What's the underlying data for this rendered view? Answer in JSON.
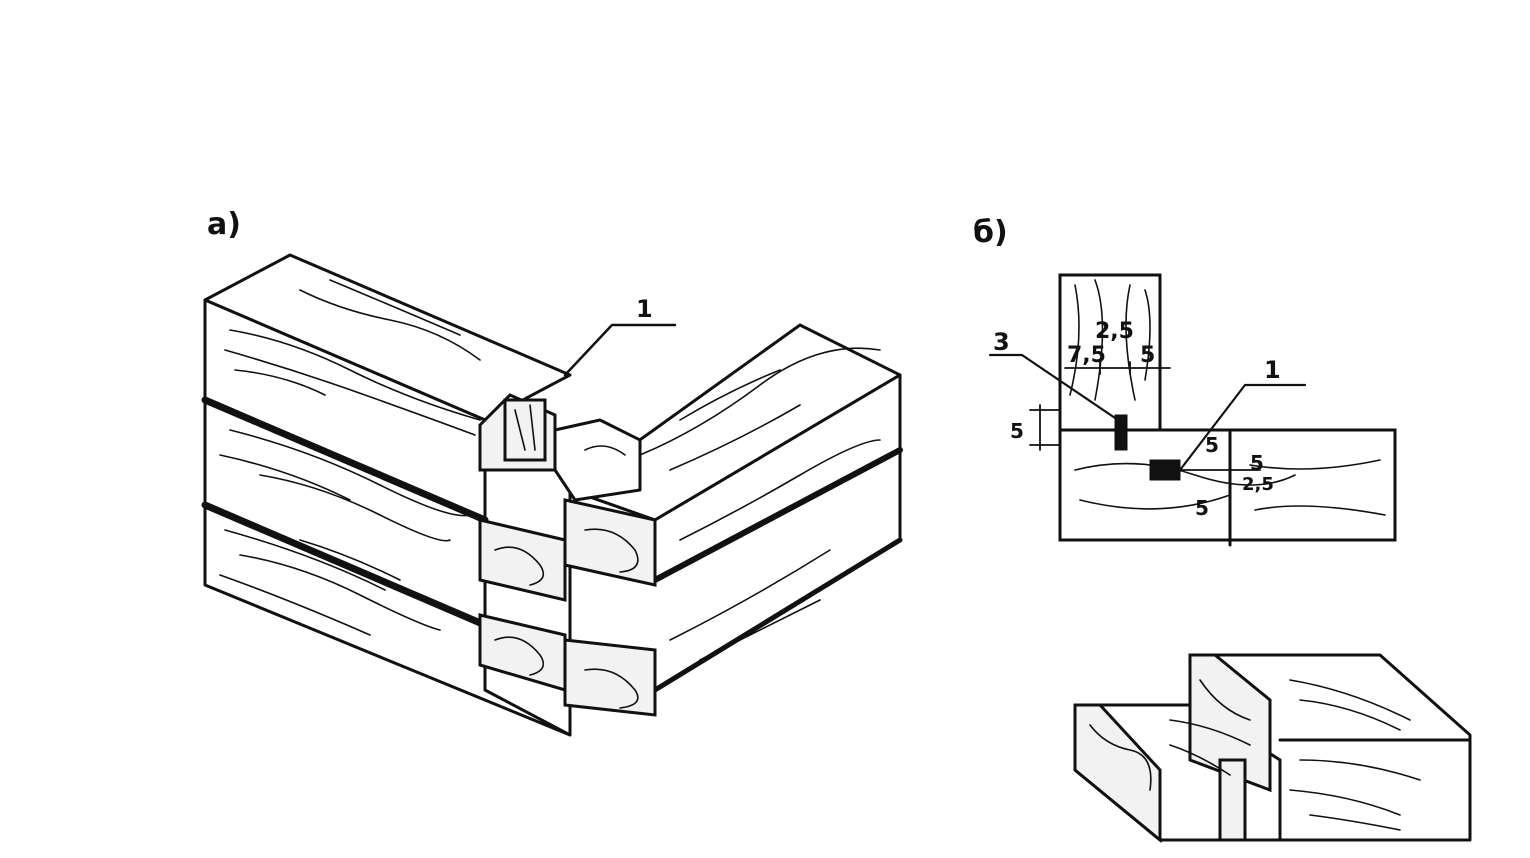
{
  "figure_a": {
    "label": "а)",
    "callout_1": "1"
  },
  "figure_b": {
    "label": "б)",
    "callout_3": "3",
    "callout_1": "1",
    "dimensions": {
      "d_2_5": "2,5",
      "d_7_5": "7,5",
      "d_5_top": "5",
      "d_5_left": "5",
      "d_5_a": "5",
      "d_5_b": "5",
      "d_2_5_right": "2,5",
      "d_5_c": "5"
    }
  },
  "colors": {
    "ink": "#111111",
    "paper": "#ffffff"
  }
}
